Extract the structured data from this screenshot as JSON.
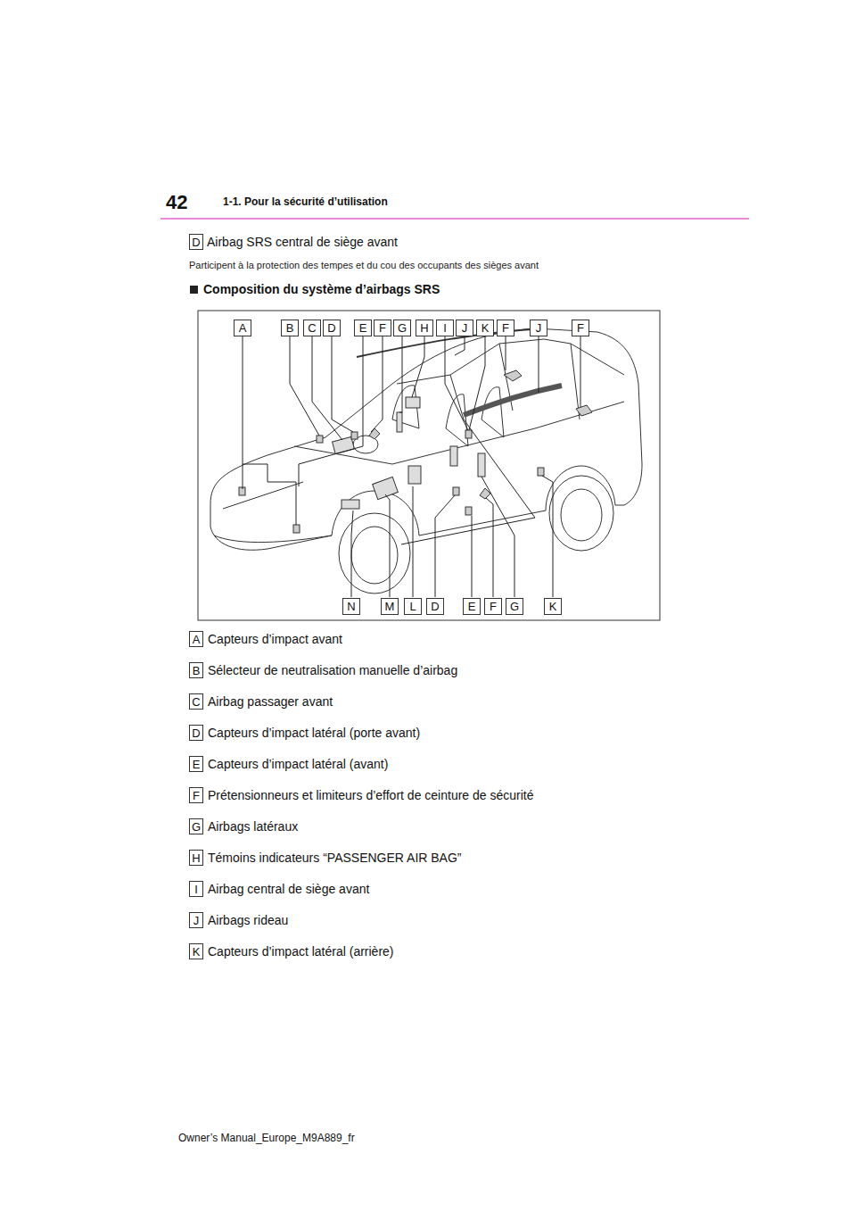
{
  "diagram": {
    "title": "Composition du système d’airbags SRS",
    "nodes": [
      {
        "text": [
          "D"
        ]
      },
      {
        "text": [
          "A"
        ]
      },
      {
        "text": [
          "B"
        ]
      },
      {
        "text": [
          "C"
        ]
      },
      {
        "text": [
          "D"
        ]
      },
      {
        "text": [
          "E"
        ]
      },
      {
        "text": [
          "F"
        ]
      },
      {
        "text": [
          "G"
        ]
      },
      {
        "text": [
          "H"
        ]
      },
      {
        "text": [
          "I"
        ]
      },
      {
        "text": [
          "J"
        ]
      },
      {
        "text": [
          "K"
        ]
      },
      {
        "text": [
          "F"
        ]
      },
      {
        "text": [
          "J"
        ]
      },
      {
        "text": [
          "F"
        ]
      },
      {
        "text": [
          "N"
        ]
      },
      {
        "text": [
          "M"
        ]
      },
      {
        "text": [
          "L"
        ]
      },
      {
        "text": [
          "D"
        ]
      },
      {
        "text": [
          "E"
        ]
      },
      {
        "text": [
          "F"
        ]
      },
      {
        "text": [
          "G"
        ]
      },
      {
        "text": [
          "K"
        ]
      },
      {
        "text": [
          "A"
        ]
      },
      {
        "text": [
          "B"
        ]
      },
      {
        "text": [
          "C"
        ]
      },
      {
        "text": [
          "D"
        ]
      },
      {
        "text": [
          "E"
        ]
      },
      {
        "text": [
          "F"
        ]
      },
      {
        "text": [
          "G"
        ]
      },
      {
        "text": [
          "H"
        ]
      },
      {
        "text": [
          "I"
        ]
      },
      {
        "text": [
          "J"
        ]
      },
      {
        "text": [
          "K"
        ]
      }
    ],
    "labels": [
      "42",
      "1-1. Pour la sécurité d’utilisation",
      "Airbag SRS central de siège avant",
      "Participent à la protection des tempes et du cou des occupants des sièges avant",
      "Capteurs d’impact avant",
      "Sélecteur de neutralisation manuelle d’airbag",
      "Airbag passager avant",
      "Capteurs d’impact latéral (porte avant)",
      "Capteurs d’impact latéral (avant)",
      "Prétensionneurs et limiteurs d’effort de ceinture de sécurité",
      "Airbags latéraux",
      "Témoins indicateurs “PASSENGER AIR BAG”",
      "Airbag central de siège avant",
      "Airbags rideau",
      "Capteurs d’impact latéral (arrière)",
      "Owner’s Manual_Europe_M9A889_fr"
    ]
  }
}
